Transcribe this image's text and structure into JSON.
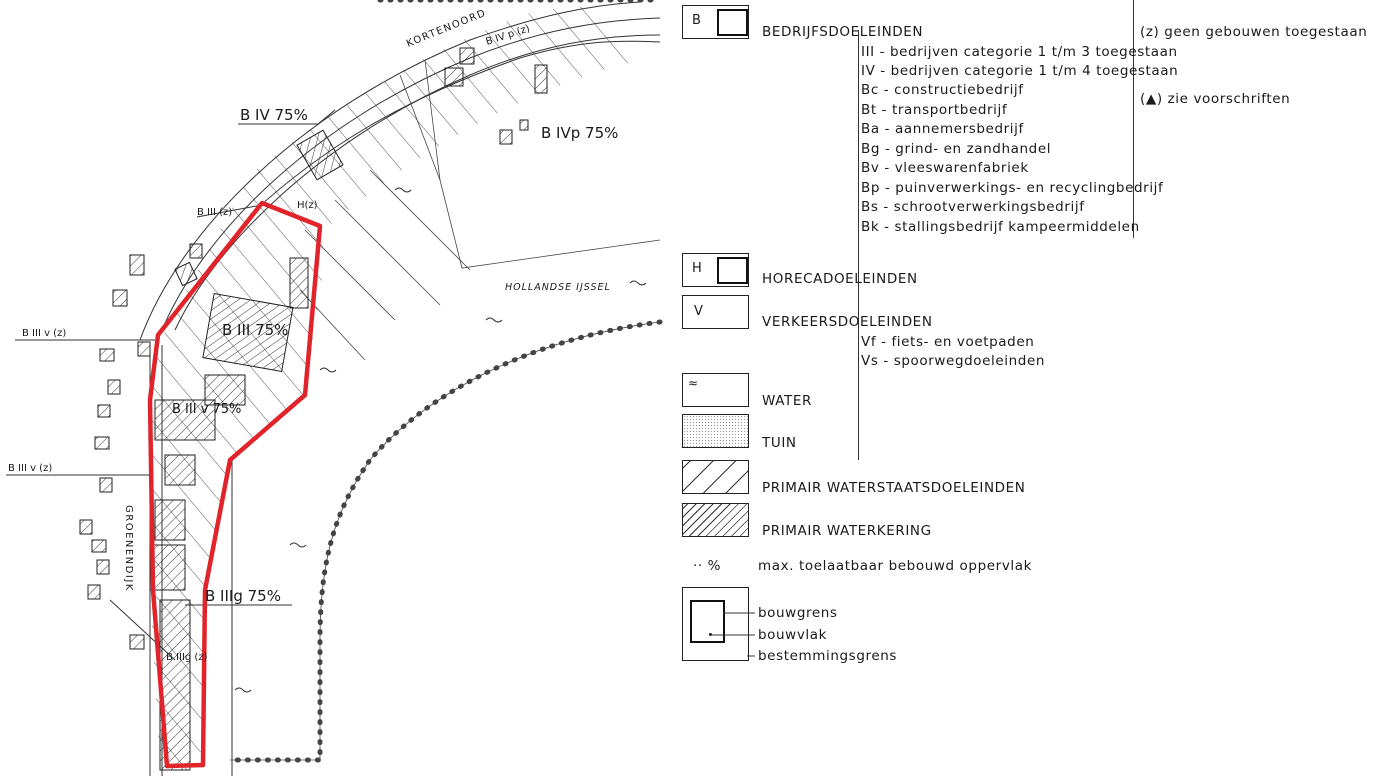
{
  "map": {
    "labels": {
      "kortenoord": "KORTENOORD",
      "groenendijk": "GROENENDIJK",
      "river": "HOLLANDSE IJSSEL",
      "zone_biv_75": "B IV 75%",
      "zone_bivp_75": "B IVp 75%",
      "zone_bivp_z": "B IV p (z)",
      "zone_biii_z": "B III (z)",
      "zone_h_z": "H(z)",
      "zone_biii_75": "B III 75%",
      "zone_biiiv_z_upper": "B III v (z)",
      "zone_biiiv_75": "B III v 75%",
      "zone_biiiv_z_lower": "B III v (z)",
      "zone_biiig_75": "B IIIg 75%",
      "zone_biiig_z": "B IIIg (z)"
    },
    "colors": {
      "boundary": "#e0242a",
      "ink": "#222222"
    }
  },
  "legend": {
    "bedrijf": {
      "code": "B",
      "title": "BEDRIJFSDOELEINDEN",
      "items": [
        "III - bedrijven categorie 1 t/m 3 toegestaan",
        "IV - bedrijven categorie 1 t/m 4 toegestaan",
        "Bc - constructiebedrijf",
        "Bt - transportbedrijf",
        "Ba - aannemersbedrijf",
        "Bg - grind- en zandhandel",
        "Bv - vleeswarenfabriek",
        "Bp - puinverwerkings- en recyclingbedrijf",
        "Bs - schrootverwerkingsbedrijf",
        "Bk - stallingsbedrijf kampeermiddelen"
      ],
      "note_z": "(z) geen gebouwen toegestaan",
      "note_triangle": "(▲) zie voorschriften"
    },
    "horeca": {
      "code": "H",
      "title": "HORECADOELEINDEN"
    },
    "verkeer": {
      "code": "V",
      "title": "VERKEERSDOELEINDEN",
      "items": [
        "Vf - fiets- en voetpaden",
        "Vs - spoorwegdoeleinden"
      ]
    },
    "water": {
      "symbol": "≈",
      "title": "WATER"
    },
    "tuin": {
      "title": "TUIN"
    },
    "primair_waterstaat": {
      "title": "PRIMAIR WATERSTAATSDOELEINDEN"
    },
    "primair_waterkering": {
      "title": "PRIMAIR WATERKERING"
    },
    "percentage": {
      "symbol": "·· %",
      "text": "max. toelaatbaar bebouwd oppervlak"
    },
    "grenzen": {
      "bouwgrens": "bouwgrens",
      "bouwvlak": "bouwvlak",
      "bestemmingsgrens": "bestemmingsgrens"
    }
  }
}
